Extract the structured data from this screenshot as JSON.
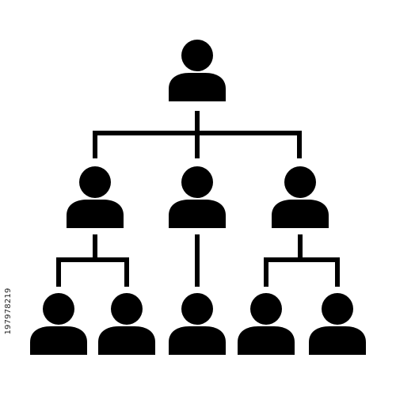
{
  "diagram": {
    "type": "org-chart-icon",
    "icon_color": "#000000",
    "background": "#ffffff",
    "nodes": [
      {
        "id": "top",
        "level": 0
      },
      {
        "id": "mid-left",
        "level": 1,
        "parent": "top"
      },
      {
        "id": "mid-center",
        "level": 1,
        "parent": "top"
      },
      {
        "id": "mid-right",
        "level": 1,
        "parent": "top"
      },
      {
        "id": "bottom-1",
        "level": 2,
        "parent": "mid-left"
      },
      {
        "id": "bottom-2",
        "level": 2,
        "parent": "mid-left"
      },
      {
        "id": "bottom-3",
        "level": 2,
        "parent": "mid-center"
      },
      {
        "id": "bottom-4",
        "level": 2,
        "parent": "mid-right"
      },
      {
        "id": "bottom-5",
        "level": 2,
        "parent": "mid-right"
      }
    ],
    "icon_name": "person-icon"
  },
  "watermark": {
    "stock_id": "197978219"
  }
}
